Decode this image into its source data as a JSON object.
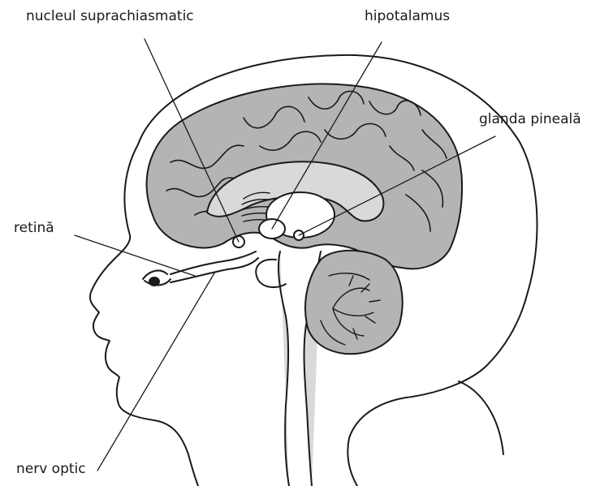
{
  "labels": {
    "suprachiasmatic_nucleus": "nucleul suprachiasmatic",
    "hypothalamus": "hipotalamus",
    "pineal_gland": "glanda pineală",
    "retina": "retină",
    "optic_nerve": "nerv optic"
  },
  "colors": {
    "outline": "#1a1a1a",
    "brain_fill": "#b4b4b4",
    "inner_fill": "#d9d9d9",
    "background": "#ffffff"
  }
}
